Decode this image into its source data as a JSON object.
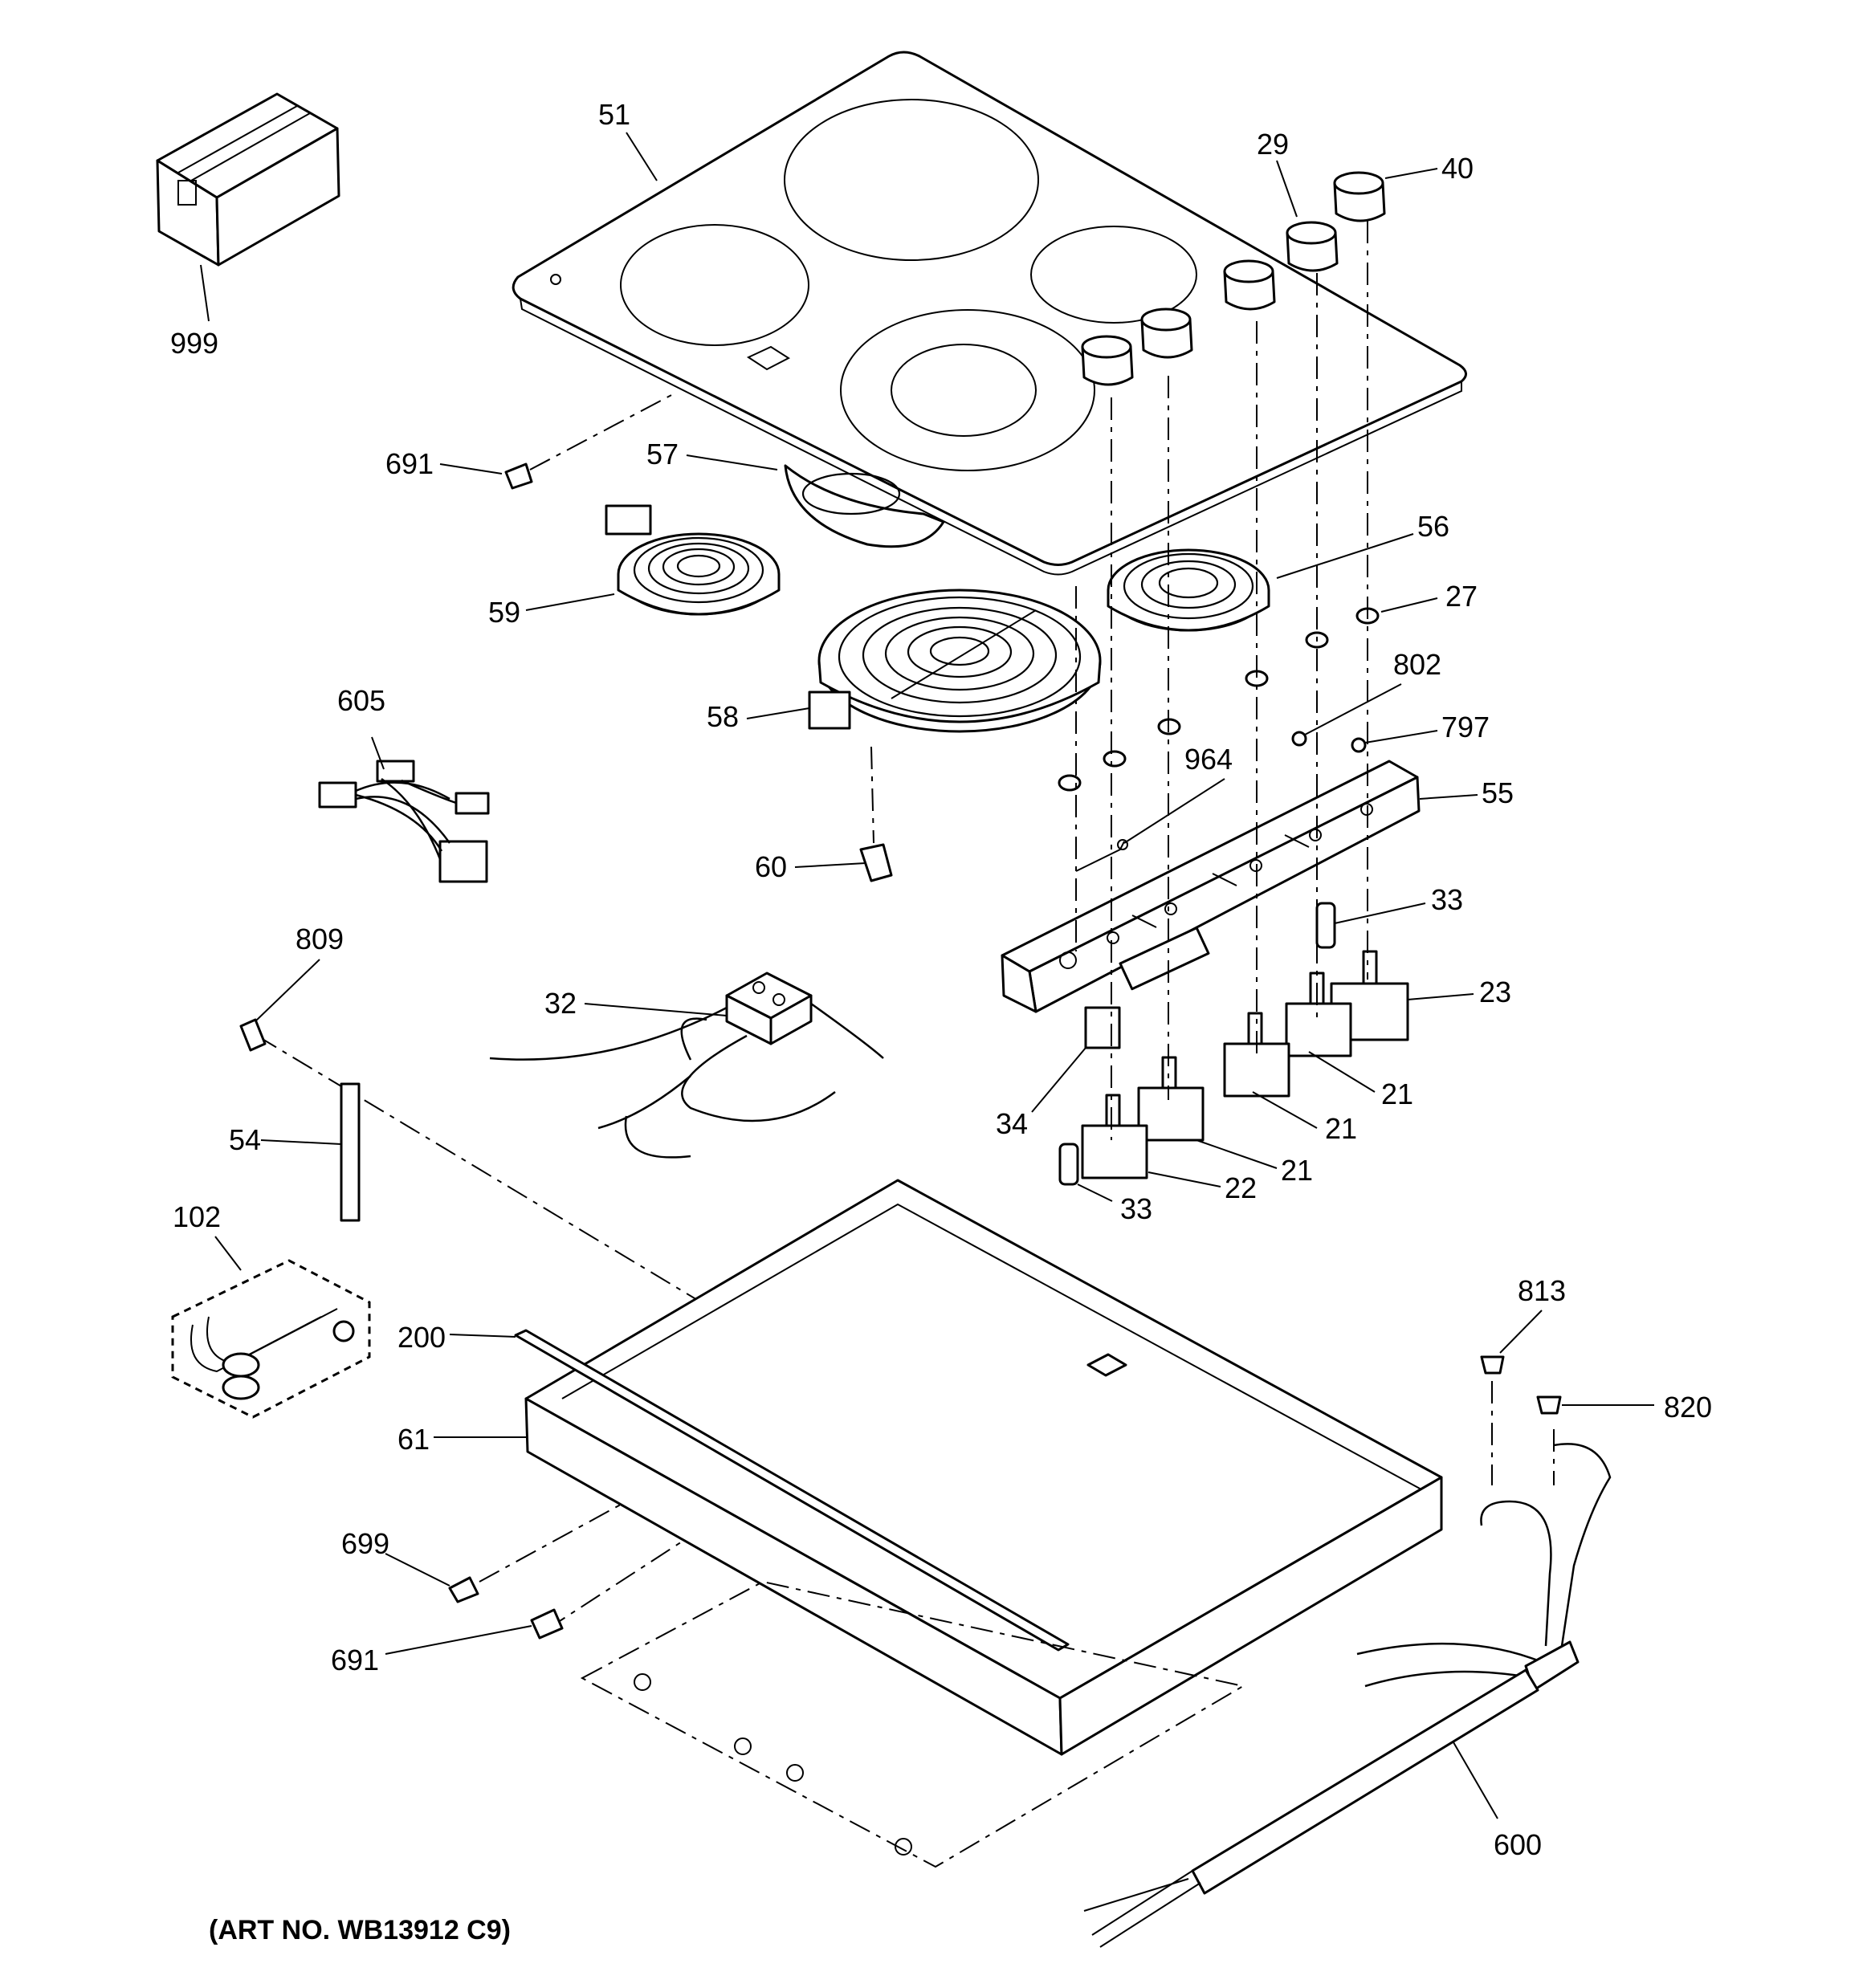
{
  "diagram": {
    "art_number": "(ART NO. WB13912 C9)",
    "callouts": {
      "c999": "999",
      "c51": "51",
      "c29": "29",
      "c40": "40",
      "c691_top": "691",
      "c57": "57",
      "c59": "59",
      "c56": "56",
      "c27": "27",
      "c802": "802",
      "c797": "797",
      "c605": "605",
      "c58": "58",
      "c964": "964",
      "c55": "55",
      "c60": "60",
      "c33_top": "33",
      "c23": "23",
      "c809": "809",
      "c32": "32",
      "c21_a": "21",
      "c21_b": "21",
      "c21_c": "21",
      "c34": "34",
      "c54": "54",
      "c22": "22",
      "c33_bottom": "33",
      "c102": "102",
      "c813": "813",
      "c200": "200",
      "c820": "820",
      "c61": "61",
      "c699": "699",
      "c691_bottom": "691",
      "c600": "600"
    }
  }
}
